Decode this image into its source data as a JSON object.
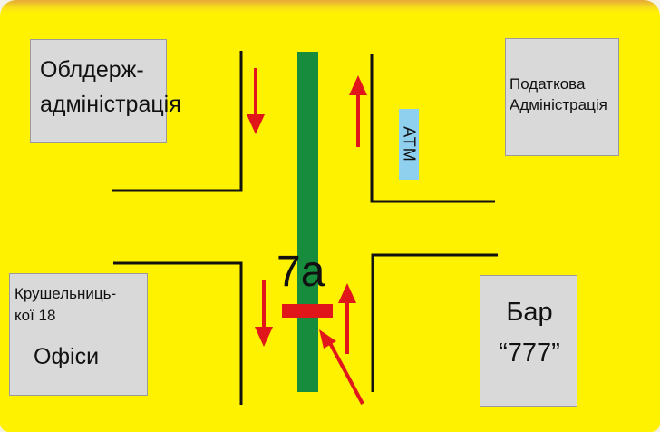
{
  "buildings": {
    "oblast_admin": "Облдерж-\nадміністрація",
    "tax_admin": "Податкова\nАдміністрація",
    "krushelnytska_address": "Крушельниць-\nкої 18",
    "offices": "Офіси",
    "bar": "Бар\n“777”"
  },
  "atm_label": "АТМ",
  "house_number": "7а",
  "colors": {
    "background": "#fff200",
    "median": "#168c3c",
    "arrows": "#e0161b",
    "roads": "#111111",
    "atm": "#8fd0ef",
    "buildings": "#d9d9d9"
  }
}
